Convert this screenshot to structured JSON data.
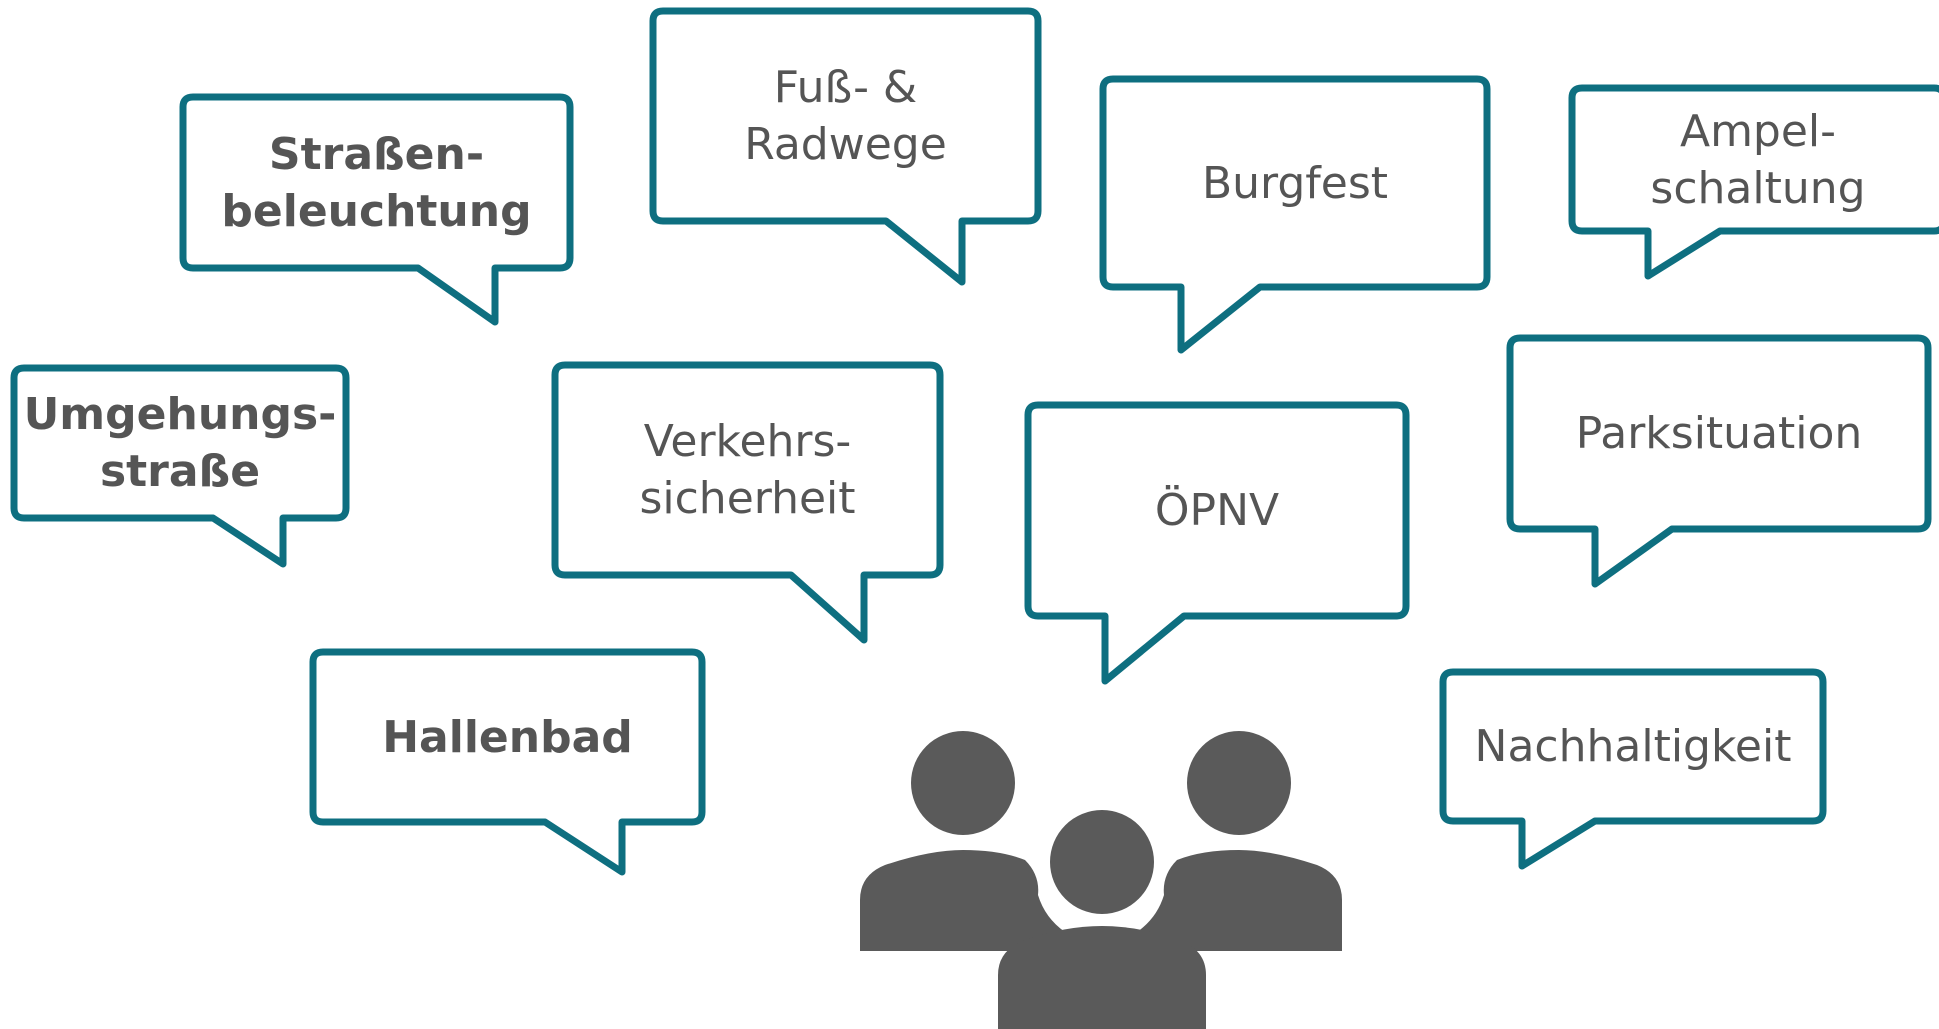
{
  "colors": {
    "bubble_stroke": "#0e6f80",
    "bubble_fill": "#ffffff",
    "text": "#555555",
    "people_icon": "#5a5a5a"
  },
  "bubbles": [
    {
      "id": "strassenbeleuchtung",
      "text": "Straßen-\nbeleuchtung",
      "bold": true
    },
    {
      "id": "fuss-radwege",
      "text": "Fuß- &\nRadwege",
      "bold": false
    },
    {
      "id": "burgfest",
      "text": "Burgfest",
      "bold": false
    },
    {
      "id": "ampelschaltung",
      "text": "Ampel-\nschaltung",
      "bold": false
    },
    {
      "id": "umgehungsstrasse",
      "text": "Umgehungs-\nstraße",
      "bold": true
    },
    {
      "id": "verkehrssicherheit",
      "text": "Verkehrs-\nsicherheit",
      "bold": false
    },
    {
      "id": "oepnv",
      "text": "ÖPNV",
      "bold": false
    },
    {
      "id": "parksituation",
      "text": "Parksituation",
      "bold": false
    },
    {
      "id": "hallenbad",
      "text": "Hallenbad",
      "bold": true
    },
    {
      "id": "nachhaltigkeit",
      "text": "Nachhaltigkeit",
      "bold": false
    }
  ],
  "icons": {
    "people": "group-of-people-icon"
  }
}
